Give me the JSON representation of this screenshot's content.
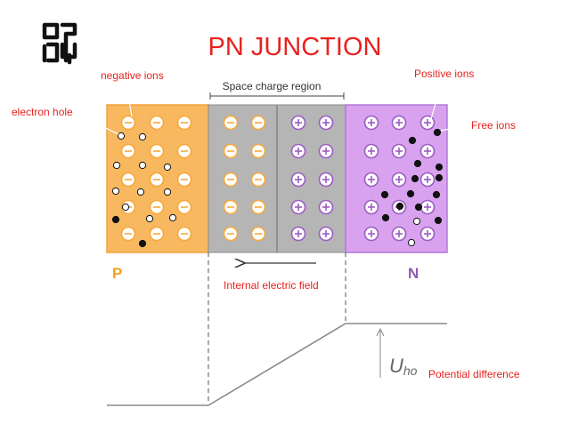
{
  "title": "PN JUNCTION",
  "labels": {
    "negative_ions": "negative ions",
    "electron_hole": "electron hole",
    "space_charge_region": "Space charge region",
    "positive_ions": "Positive ions",
    "free_ions": "Free ions",
    "p_side": "P",
    "n_side": "N",
    "internal_field": "Internal electric field",
    "potential_symbol": "U",
    "potential_subscript": "ho",
    "potential_difference": "Potential difference"
  },
  "colors": {
    "p_fill": "#f8b860",
    "p_stroke": "#f2a23c",
    "depletion_fill": "#b5b5b5",
    "n_fill": "#d8a2ee",
    "n_stroke": "#b07ad8",
    "annotation_red": "#e8221e",
    "ion_orange": "#f7a83a",
    "ion_purple": "#9b5cc4",
    "p_letter": "#f5a11c",
    "n_letter": "#8e5bb0",
    "line_gray": "#8a8a8a"
  },
  "icons": {
    "logo": "opzd-logo-icon",
    "negative_ion": "minus-circle-icon",
    "positive_ion": "plus-circle-icon"
  }
}
